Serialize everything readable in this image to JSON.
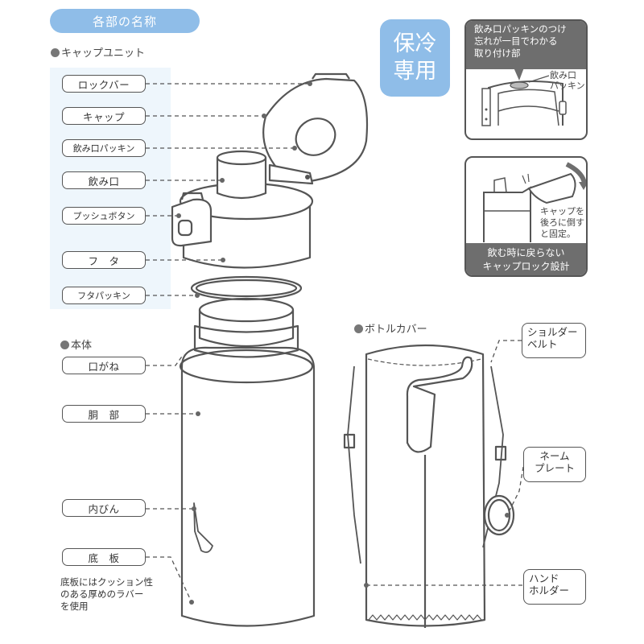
{
  "title": "各部の名称",
  "sections": {
    "cap_unit": "キャップユニット",
    "body": "本体",
    "bottle_cover": "ボトルカバー"
  },
  "cap_labels": [
    {
      "id": "lock-bar",
      "label": "ロックバー"
    },
    {
      "id": "cap",
      "label": "キャップ"
    },
    {
      "id": "spout-packing",
      "label": "飲み口パッキン"
    },
    {
      "id": "spout",
      "label": "飲み口"
    },
    {
      "id": "push-button",
      "label": "プッシュボタン"
    },
    {
      "id": "lid",
      "label": "フ　タ"
    },
    {
      "id": "lid-packing",
      "label": "フタパッキン"
    }
  ],
  "body_labels": [
    {
      "id": "mouth-ring",
      "label": "口がね"
    },
    {
      "id": "body-shell",
      "label": "胴　部"
    },
    {
      "id": "inner-bottle",
      "label": "内びん"
    },
    {
      "id": "bottom-plate",
      "label": "底　板"
    }
  ],
  "bottom_note": [
    "底板にはクッション性",
    "のある厚めのラバー",
    "を使用"
  ],
  "cover_labels": [
    {
      "id": "shoulder-belt",
      "lines": [
        "ショルダー",
        "ベルト"
      ]
    },
    {
      "id": "name-plate",
      "lines": [
        "ネーム",
        "プレート"
      ]
    },
    {
      "id": "hand-holder",
      "lines": [
        "ハンド",
        "ホルダー"
      ]
    }
  ],
  "badge": {
    "lines": [
      "保冷",
      "専用"
    ],
    "color": "#8fbde8"
  },
  "info_card_1": {
    "header": [
      "飲み口パッキンのつけ",
      "忘れが一目でわかる",
      "取り付け部"
    ],
    "callout": [
      "飲み口",
      "パッキン"
    ]
  },
  "info_card_2": {
    "callout": [
      "キャップを",
      "後ろに倒す",
      "と固定。"
    ],
    "footer": [
      "飲む時に戻らない",
      "キャップロック設計"
    ]
  },
  "colors": {
    "accent": "#8fbde8",
    "line": "#555555",
    "panel": "#eef6fc",
    "dark_band": "#6e6e6e"
  }
}
